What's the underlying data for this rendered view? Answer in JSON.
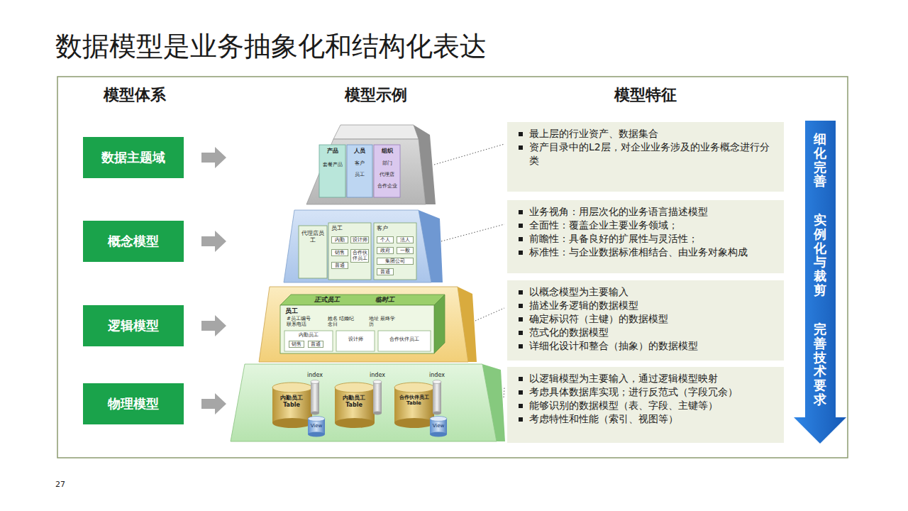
{
  "diagram": {
    "title": "数据模型是业务抽象化和结构化表达",
    "nodes": [
      {
        "text": [
          "数据主题域"
        ]
      },
      {
        "text": [
          "概念模型"
        ]
      },
      {
        "text": [
          "逻辑模型"
        ]
      },
      {
        "text": [
          "物理模型"
        ]
      },
      {
        "text": [
          "最上层的行业资产、数据集合",
          "资产目录中的L2层，对企业业务涉及的业务概念进行分类"
        ]
      },
      {
        "text": [
          "业务视角：用层次化的业务语言描述模型",
          "全面性：覆盖企业主要业务领域；",
          "前瞻性：具备良好的扩展性与灵活性；",
          "标准性：与企业数据标准相结合、由业务对象构成"
        ]
      },
      {
        "text": [
          "以概念模型为主要输入",
          "描述业务逻辑的数据模型",
          "确定标识符（主键）的数据模型",
          "范式化的数据模型",
          "详细化设计和整合（抽象）的数据模型"
        ]
      },
      {
        "text": [
          "以逻辑模型为主要输入，通过逻辑模型映射",
          "考虑具体数据库实现；进行反范式（字段冗余）",
          "能够识别的数据模型（表、字段、主键等）",
          "考虑特性和性能（索引、视图等）"
        ]
      }
    ],
    "labels": [
      "模型体系",
      "模型示例",
      "模型特征",
      "产品",
      "套餐产品",
      "人员",
      "客户",
      "员工",
      "组织",
      "部门",
      "代理店",
      "合作企业",
      "代理店员工",
      "员工",
      "内勤",
      "设计师",
      "销售",
      "普通",
      "合作伙伴员工",
      "客户",
      "个人",
      "法人",
      "政府",
      "一般",
      "集团公司",
      "普通",
      "正式员工",
      "临时工",
      "员工",
      "#员工编号 联系电话",
      "姓名 结婚纪念日",
      "地址 最终学历",
      "内勤员工",
      "销售",
      "普通",
      "设计师",
      "合作伙伴员工",
      "index",
      "index",
      "index",
      "内勤员工 Table",
      "内勤员工 Table",
      "合作伙伴员工 Table",
      "View",
      "View",
      "细化完善",
      "实例化与裁剪",
      "完善技术要求",
      "27"
    ]
  }
}
